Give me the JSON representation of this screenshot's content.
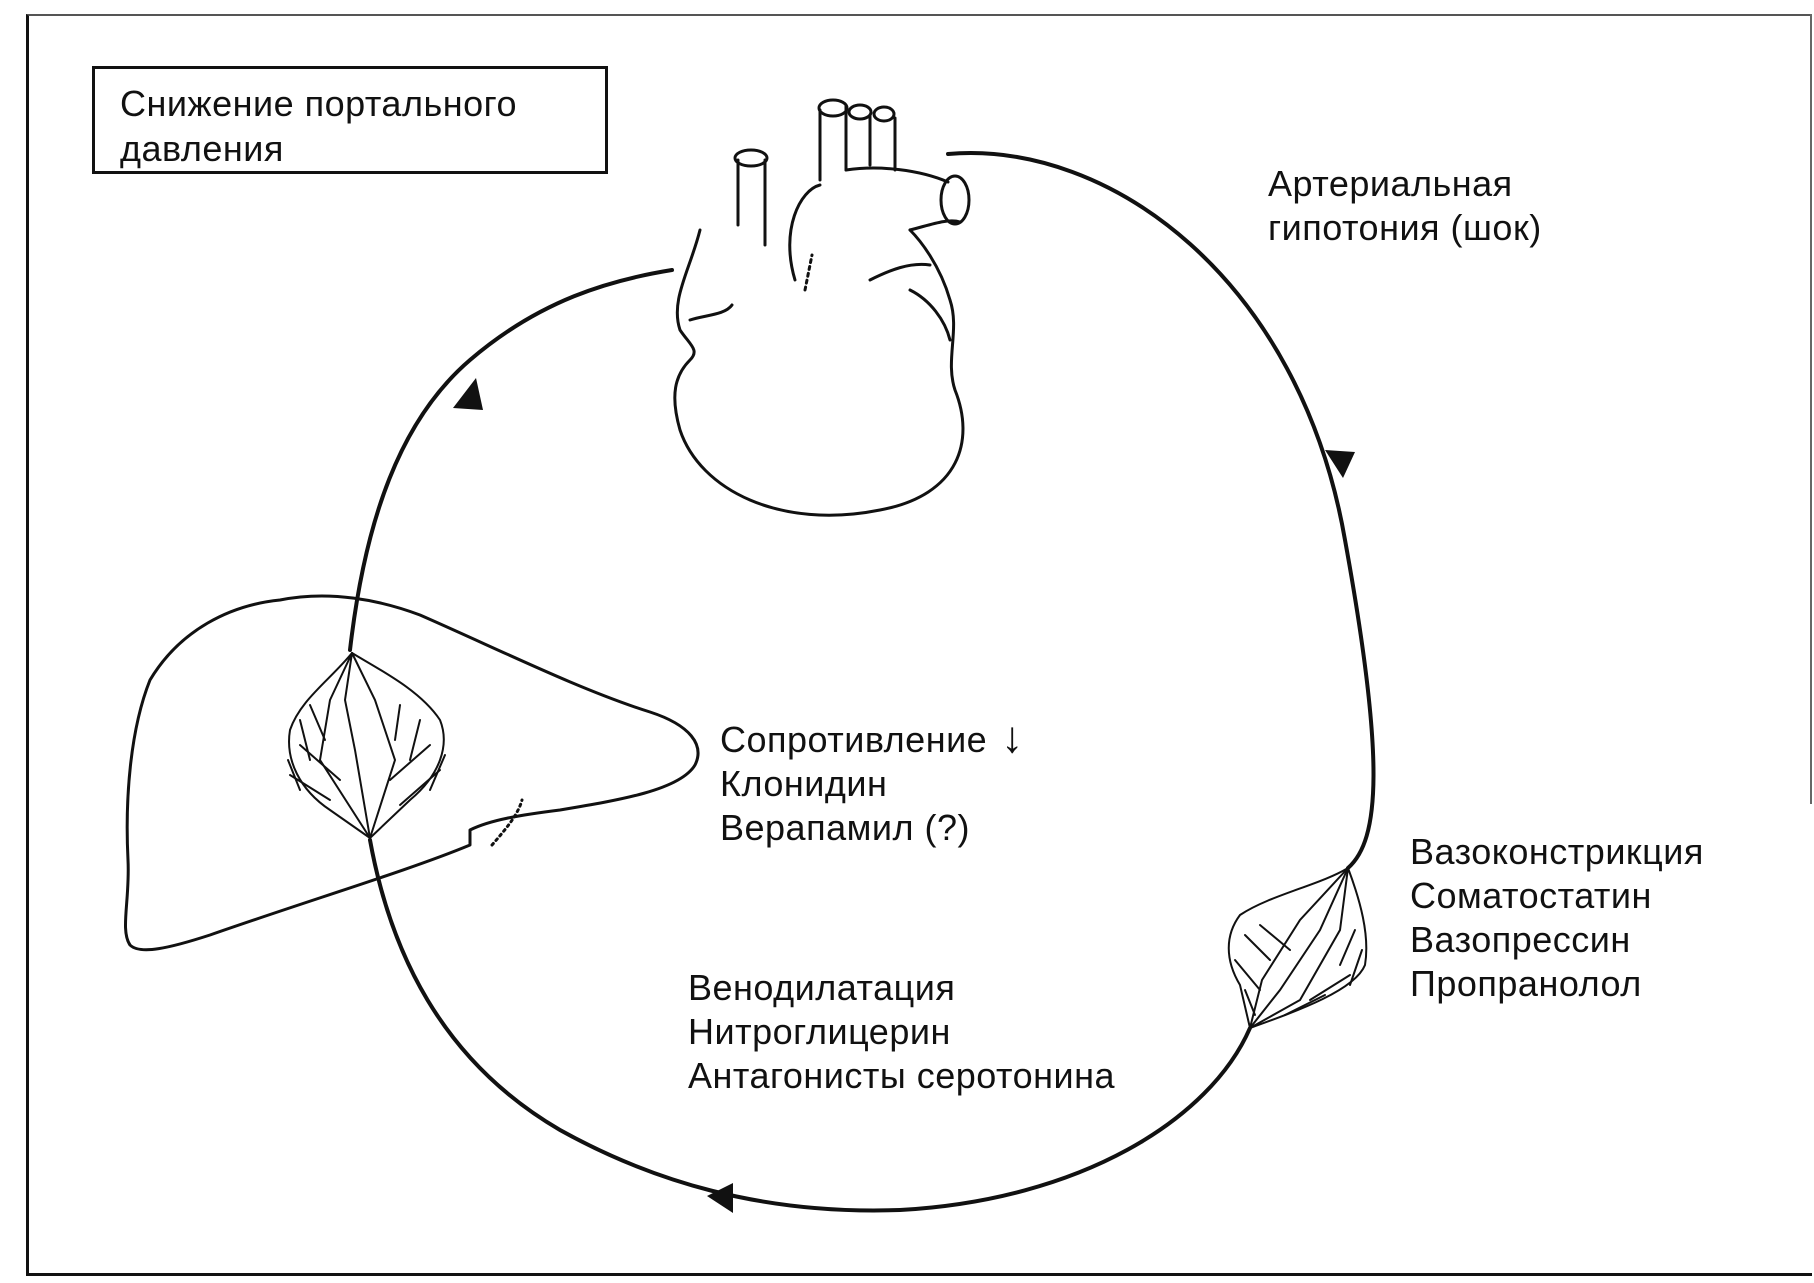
{
  "title": {
    "line1": "Снижение портального",
    "line2": "давления"
  },
  "labels": {
    "hypotension": {
      "line1": "Артериальная",
      "line2": "гипотония (шок)"
    },
    "resistance": {
      "line1": "Сопротивление",
      "arrow": "↓",
      "line2": "Клонидин",
      "line3": "Верапамил (?)"
    },
    "vasoconstriction": {
      "line1": "Вазоконстрикция",
      "line2": "Соматостатин",
      "line3": "Вазопрессин",
      "line4": "Пропранолол"
    },
    "venodilation": {
      "line1": "Венодилатация",
      "line2": "Нитроглицерин",
      "line3": "Антагонисты серотонина"
    }
  },
  "colors": {
    "stroke": "#111111",
    "background": "#ffffff"
  },
  "icons": [
    "heart-drawing",
    "liver-drawing",
    "capillary-bed-liver",
    "capillary-bed-splanchnic",
    "flow-arrow"
  ]
}
